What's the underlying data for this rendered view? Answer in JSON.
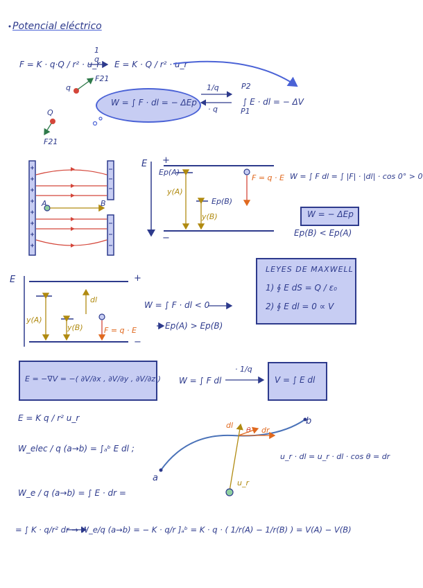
{
  "title": "Potencial eléctrico",
  "eq1": {
    "force": "F = K · q·Q / r² · u_r",
    "arrow_label_top": "1",
    "arrow_label_bottom": "q",
    "field": "E = K · Q / r² · u_r",
    "f21": "F21",
    "f12": "F21",
    "q_small": "q",
    "Q_big": "Q"
  },
  "work": {
    "lhs": "W = ∫ F · dl = − ΔEp",
    "arrow_top": "1/q",
    "arrow_bottom": "· q",
    "rhs": "∫ E · dl = − ΔV",
    "lim_top": "P2",
    "lim_bottom": "P1"
  },
  "plates1": {
    "label_a": "A",
    "label_b": "B"
  },
  "energy1": {
    "axis": "E",
    "plus": "+",
    "minus": "−",
    "epA": "Ep(A)",
    "epB": "Ep(B)",
    "yA": "y(A)",
    "yB": "y(B)",
    "force": "F = q · E",
    "work_eq": "W = ∫ F dl = ∫ |F| · |dl| · cos 0° > 0",
    "box": "W = − ΔEp",
    "ineq": "Ep(B) < Ep(A)"
  },
  "energy2": {
    "axis": "E",
    "plus": "+",
    "minus": "−",
    "yA": "y(A)",
    "yB": "y(B)",
    "dl": "dl",
    "force": "F = q · E",
    "work_eq": "W = ∫ F · dl < 0",
    "result": "Ep(A) > Ep(B)"
  },
  "maxwell": {
    "title": "LEYES DE MAXWELL",
    "law1": "1) ∮ E dS = Q / ε₀",
    "law2": "2) ∮ E dl = 0  ∝ V"
  },
  "gradient": {
    "box": "E = −∇V = −( ∂V/∂x , ∂V/∂y , ∂V/∂z )",
    "work": "W = ∫ F dl",
    "arrow_label": "· 1/q",
    "vbox": "V = ∫ E dl"
  },
  "bottom": {
    "e_field": "E = K q / r² u_r",
    "welec": "W_elec / q (a→b) = ∫ₐᵇ E dl ;",
    "we": "W_e / q (a→b) = ∫ E · dr =",
    "final": "= ∫ K · q/r² dr → W_e/q (a→b) = − K · q/r ]ₐᵇ = K · q · ( 1/r(A) − 1/r(B) ) = V(A) − V(B)",
    "curve_a": "a",
    "curve_b": "b",
    "dl": "dl",
    "dl2": "dr",
    "theta": "θ",
    "ur": "u_r",
    "dot_eq": "u_r · dl = u_r · dl · cos θ = dr"
  },
  "colors": {
    "ink": "#2d3a8c",
    "box_fill": "#c7cdf3",
    "field_line": "#e0691f",
    "charge": "#d4463a",
    "height": "#b08a10",
    "curve": "#4a72b8"
  }
}
